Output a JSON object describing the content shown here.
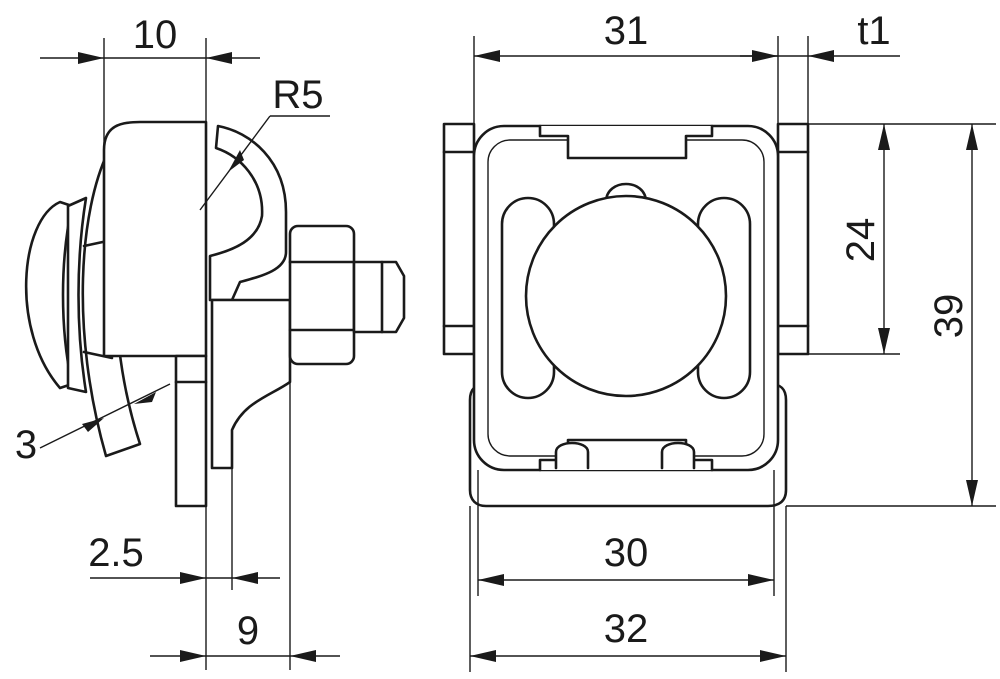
{
  "dimensions": {
    "d10": "10",
    "r5": "R5",
    "d3": "3",
    "d2_5": "2.5",
    "d9": "9",
    "d31": "31",
    "t1": "t1",
    "d24": "24",
    "d39": "39",
    "d30": "30",
    "d32": "32"
  },
  "colors": {
    "line": "#1a1a1a",
    "background": "#ffffff"
  }
}
